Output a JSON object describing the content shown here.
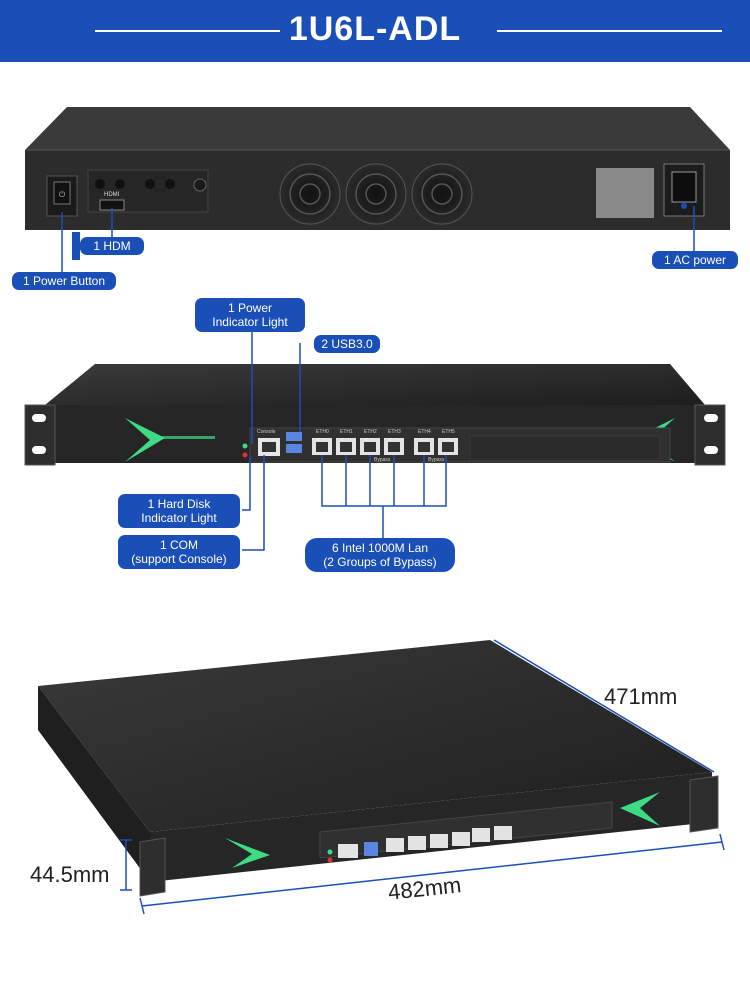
{
  "header": {
    "title": "1U6L-ADL"
  },
  "rear_labels": {
    "power_button": "1 Power Button",
    "hdmi": "1 HDM",
    "ac_power": "1 AC power"
  },
  "rear_panel_text": {
    "hdmi_port": "HDMI"
  },
  "front_labels": {
    "power_light_line1": "1 Power",
    "power_light_line2": "Indicator Light",
    "usb": "2 USB3.0",
    "hdd_light_line1": "1 Hard Disk",
    "hdd_light_line2": "Indicator Light",
    "com_line1": "1 COM",
    "com_line2": "(support Console)",
    "lan_line1": "6 Intel 1000M Lan",
    "lan_line2": "(2 Groups of Bypass)"
  },
  "front_panel_text": {
    "console": "Console",
    "eth_ports": [
      "ETH0",
      "ETH1",
      "ETH2",
      "ETH3",
      "ETH4",
      "ETH5"
    ],
    "bypass": "Bypass"
  },
  "dimensions": {
    "depth": "471mm",
    "height": "44.5mm",
    "width": "482mm"
  },
  "colors": {
    "brand_blue": "#1a4fb8",
    "chassis": "#2b2b2b",
    "accent_green": "#3ddc84"
  }
}
